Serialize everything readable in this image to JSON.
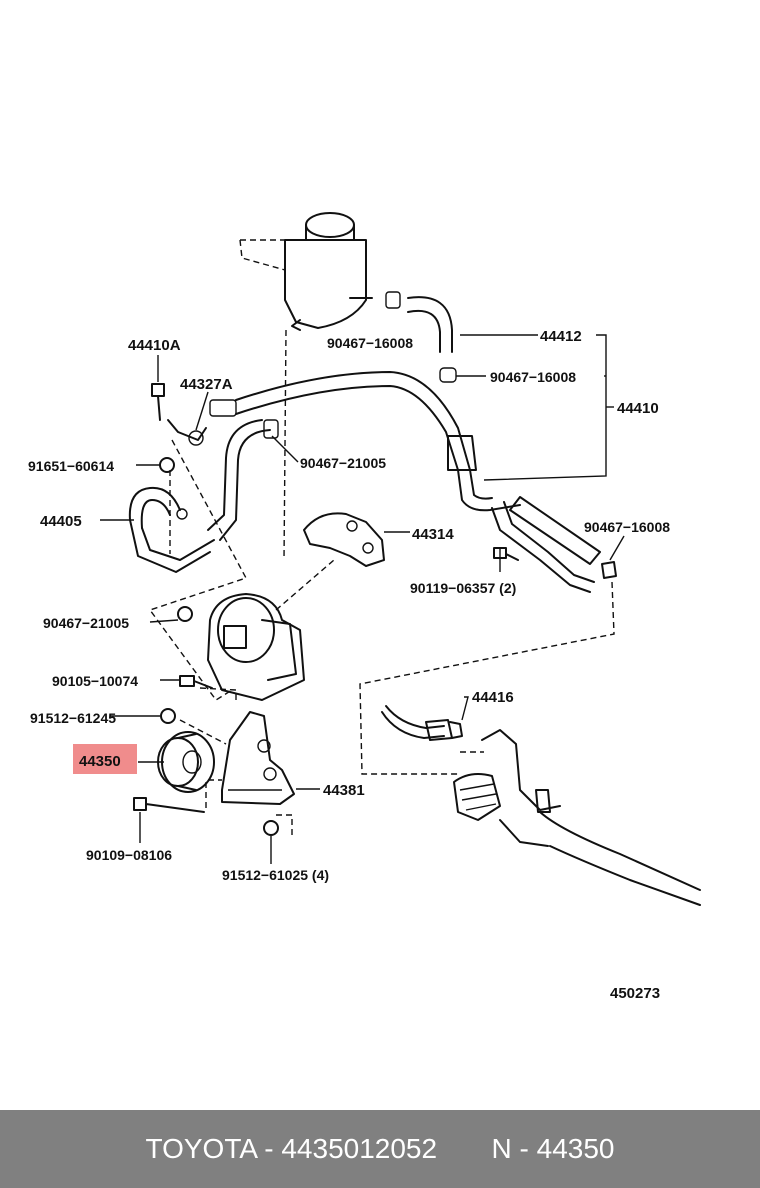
{
  "labels": {
    "p44412": "44412",
    "p90467_16008_a": "90467−16008",
    "p90467_16008_b": "90467−16008",
    "p44410": "44410",
    "p44410A": "44410A",
    "p44327A": "44327A",
    "p90467_21005_a": "90467−21005",
    "p91651_60614": "91651−60614",
    "p44405": "44405",
    "p44314": "44314",
    "p90467_16008_c": "90467−16008",
    "p90119_06357": "90119−06357 (2)",
    "p90467_21005_b": "90467−21005",
    "p90105_10074": "90105−10074",
    "p44416": "44416",
    "p91512_61245": "91512−61245",
    "p44350": "44350",
    "p44381": "44381",
    "p90109_08106": "90109−08106",
    "p91512_61025": "91512−61025 (4)",
    "diagram_code": "450273"
  },
  "highlight_color": "#f08c8c",
  "footer": {
    "text": "TOYOTA - 4435012052       N - 44350"
  }
}
